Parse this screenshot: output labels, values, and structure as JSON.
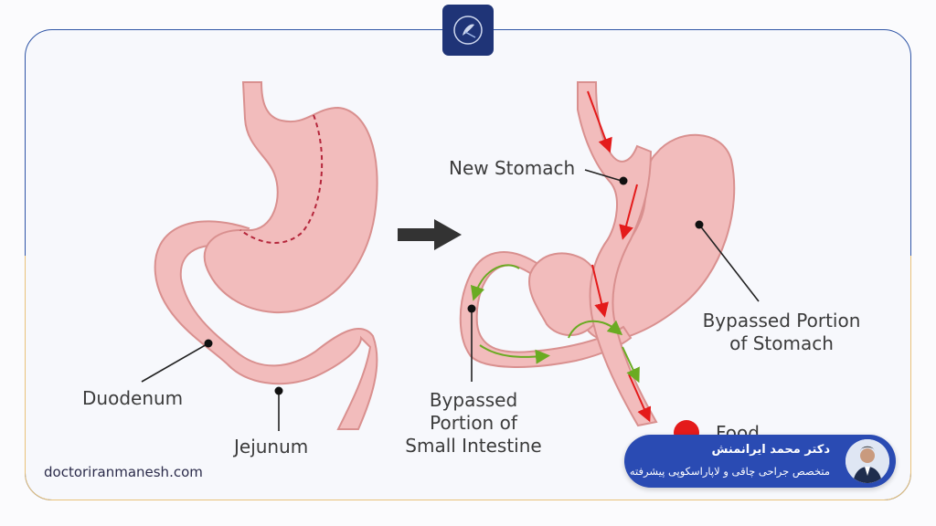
{
  "labels": {
    "new_stomach": "New Stomach",
    "bypassed_stomach_line1": "Bypassed Portion",
    "bypassed_stomach_line2": "of Stomach",
    "duodenum": "Duodenum",
    "jejunum": "Jejunum",
    "bypassed_intestine_line1": "Bypassed",
    "bypassed_intestine_line2": "Portion of",
    "bypassed_intestine_line3": "Small Intestine",
    "food_legend": "Food"
  },
  "footer": {
    "website": "doctoriranmanesh.com",
    "doctor_name": "دکتر محمد ایرانمنش",
    "doctor_title": "متخصص جراحی چاقی و لاپاراسکوپی پیشرفته"
  },
  "colors": {
    "organ_fill": "#f2bcbc",
    "organ_stroke": "#d9908f",
    "food_arrow": "#e41b1b",
    "bile_arrow": "#6aab22",
    "frame_blue": "#2f55a6",
    "card_blue": "#2a4bb3"
  },
  "icons": {
    "logo": "clinic-logo-icon",
    "arrow": "right-arrow-icon",
    "food": "food-dot-icon"
  }
}
